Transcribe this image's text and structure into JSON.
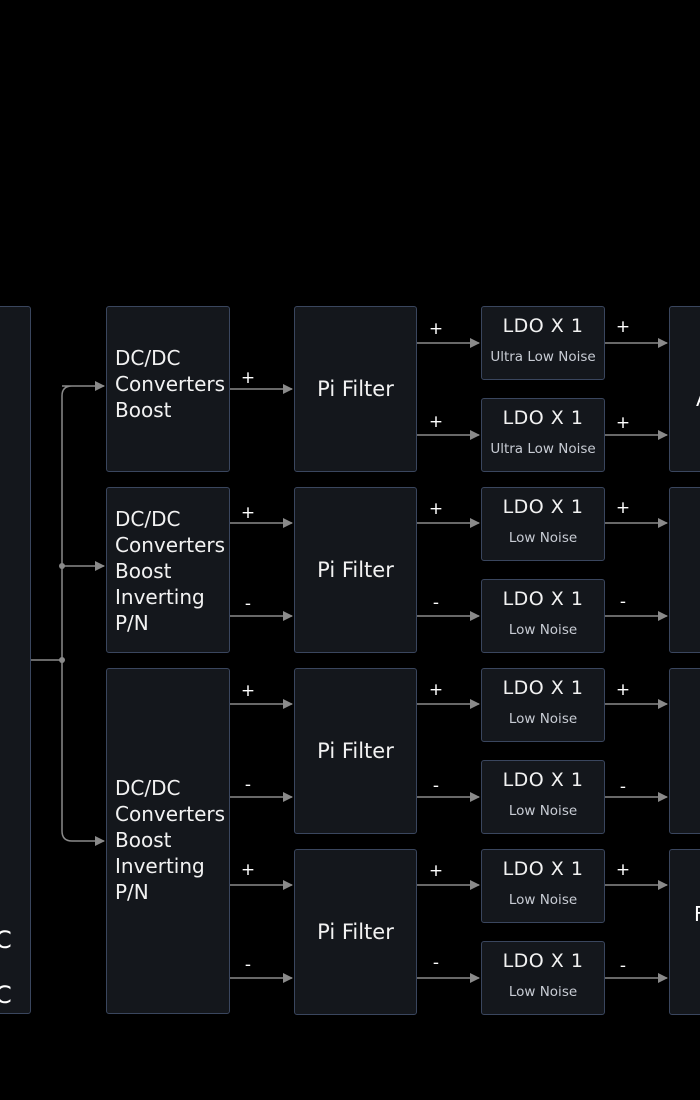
{
  "colors": {
    "background": "#000000",
    "box_fill": "#14171c",
    "box_border": "#3a465e",
    "wire": "#8a8a8a"
  },
  "source": {
    "partial_text": [
      "C",
      "C"
    ]
  },
  "converters": [
    {
      "label": "DC/DC\nConverters\nBoost"
    },
    {
      "label": "DC/DC\nConverters\nBoost\nInverting\nP/N"
    },
    {
      "label": "DC/DC\nConverters\nBoost\nInverting\nP/N"
    }
  ],
  "pi_filters": [
    {
      "label": "Pi Filter"
    },
    {
      "label": "Pi Filter"
    },
    {
      "label": "Pi Filter"
    },
    {
      "label": "Pi Filter"
    }
  ],
  "ldos": [
    {
      "title": "LDO X 1",
      "subtitle": "Ultra Low Noise"
    },
    {
      "title": "LDO X 1",
      "subtitle": "Ultra Low Noise"
    },
    {
      "title": "LDO X 1",
      "subtitle": "Low Noise"
    },
    {
      "title": "LDO X 1",
      "subtitle": "Low Noise"
    },
    {
      "title": "LDO X 1",
      "subtitle": "Low Noise"
    },
    {
      "title": "LDO X 1",
      "subtitle": "Low Noise"
    },
    {
      "title": "LDO X 1",
      "subtitle": "Low Noise"
    },
    {
      "title": "LDO X 1",
      "subtitle": "Low Noise"
    }
  ],
  "output_partial_text": [
    "A",
    "F"
  ],
  "signs": {
    "conv1_out": "+",
    "conv2_out": [
      "+",
      "-"
    ],
    "conv3_out": [
      "+",
      "-",
      "+",
      "-"
    ],
    "pi_out": [
      "+",
      "+",
      "+",
      "-",
      "+",
      "-",
      "+",
      "-"
    ],
    "ldo_out": [
      "+",
      "+",
      "+",
      "-",
      "+",
      "-",
      "+",
      "-"
    ]
  }
}
